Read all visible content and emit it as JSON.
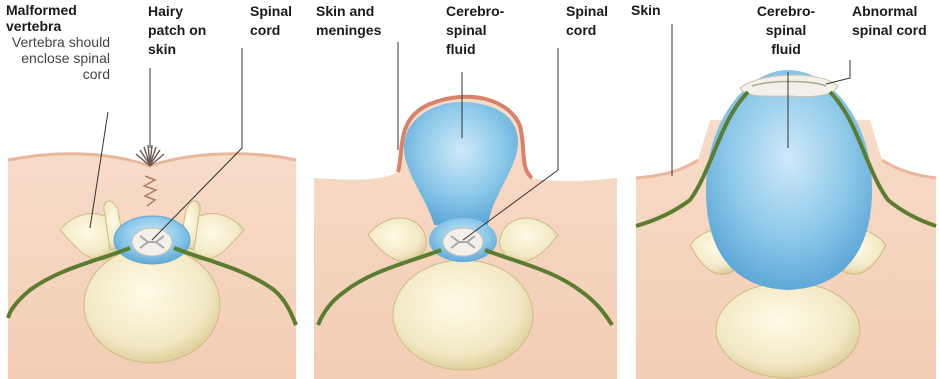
{
  "panel_1": {
    "malformed_vertebra_label": "Malformed vertebra",
    "malformed_vertebra_note": "Vertebra should enclose spinal cord",
    "hairy_patch_label": "Hairy patch on skin",
    "spinal_cord_label": "Spinal cord"
  },
  "panel_2": {
    "skin_and_meninges_label": "Skin and meninges",
    "csf_label": "Cerebro-spinal fluid",
    "spinal_cord_label": "Spinal cord"
  },
  "panel_3": {
    "skin_label": "Skin",
    "csf_label": "Cerebro-spinal fluid",
    "abnormal_cord_label": "Abnormal spinal cord"
  },
  "colors": {
    "skin": "#f6d3bd",
    "skin_edge": "#d9826a",
    "bone": "#f2e8c4",
    "bone_shadow": "#d9c98f",
    "fluid": "#8ec9ea",
    "nerve": "#5a7d2f",
    "leader": "#333333"
  }
}
